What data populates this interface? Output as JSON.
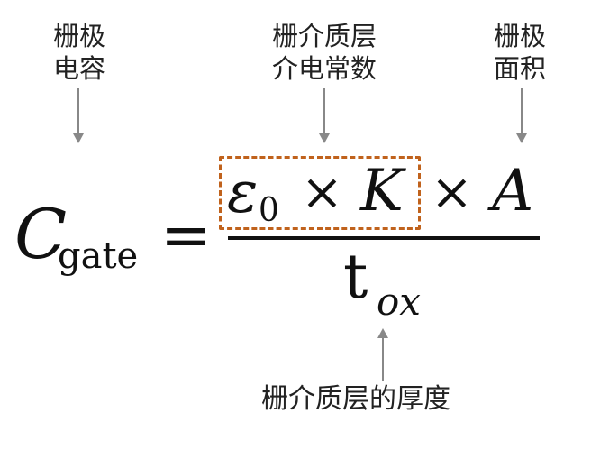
{
  "labels": {
    "gate_capacitance": [
      "栅极",
      "电容"
    ],
    "gate_dielectric_constant": [
      "栅介质层",
      "介电常数"
    ],
    "gate_area": [
      "栅极",
      "面积"
    ],
    "dielectric_thickness": "栅介质层的厚度"
  },
  "formula": {
    "lhs_symbol": "C",
    "lhs_subscript": "gate",
    "equals": "=",
    "permittivity_symbol": "ε",
    "permittivity_subscript": "0",
    "times": "×",
    "dielectric_constant_symbol": "K",
    "area_symbol": "A",
    "thickness_symbol": "t",
    "thickness_subscript": "ox"
  },
  "colors": {
    "highlight_box": "#c0621c",
    "arrow": "#888888",
    "text": "#111111"
  }
}
